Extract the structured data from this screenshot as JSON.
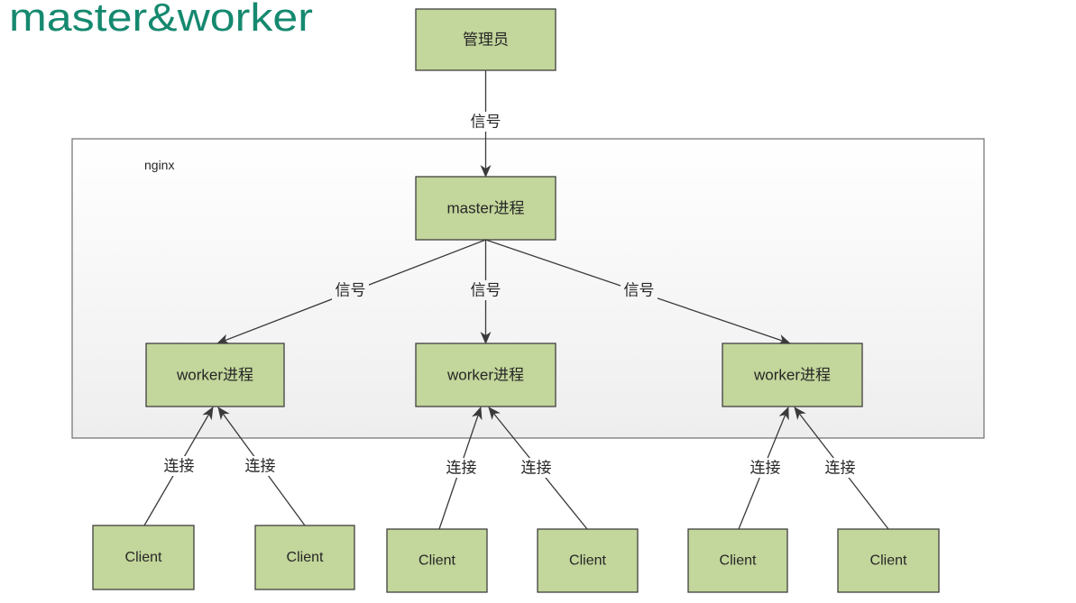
{
  "title": "master&worker",
  "admin": {
    "label": "管理员",
    "signal_label": "信号"
  },
  "nginx": {
    "label": "nginx",
    "master": {
      "label": "master进程"
    },
    "workers": [
      {
        "label": "worker进程",
        "signal_label": "信号"
      },
      {
        "label": "worker进程",
        "signal_label": "信号"
      },
      {
        "label": "worker进程",
        "signal_label": "信号"
      }
    ]
  },
  "clients": [
    {
      "label": "Client",
      "connection_label": "连接"
    },
    {
      "label": "Client",
      "connection_label": "连接"
    },
    {
      "label": "Client",
      "connection_label": "连接"
    },
    {
      "label": "Client",
      "connection_label": "连接"
    },
    {
      "label": "Client",
      "connection_label": "连接"
    },
    {
      "label": "Client",
      "connection_label": "连接"
    }
  ],
  "colors": {
    "title": "#15896f",
    "node_fill": "#c3d69b",
    "node_border": "#404040",
    "container_border": "#6e6e6e",
    "connector": "#3a3a3a",
    "text": "#262626"
  }
}
